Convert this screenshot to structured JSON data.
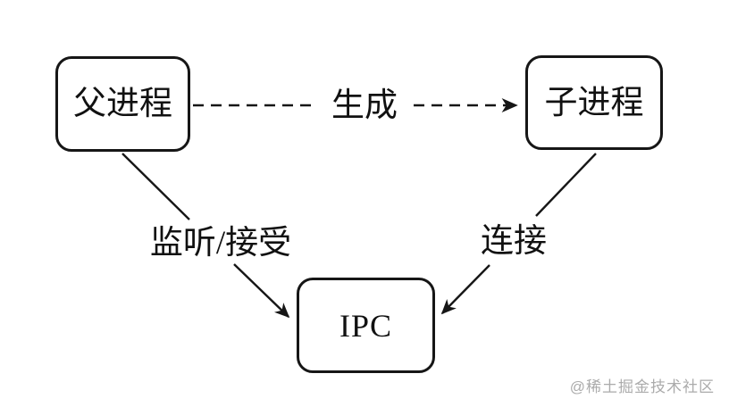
{
  "diagram": {
    "nodes": {
      "parent_process": {
        "label": "父进程"
      },
      "child_process": {
        "label": "子进程"
      },
      "ipc": {
        "label": "IPC"
      }
    },
    "edges": {
      "spawn": {
        "label": "生成",
        "style": "dashed",
        "from": "parent_process",
        "to": "child_process"
      },
      "listen_accept": {
        "label": "监听/接受",
        "style": "solid",
        "from": "parent_process",
        "to": "ipc"
      },
      "connect": {
        "label": "连接",
        "style": "solid",
        "from": "child_process",
        "to": "ipc"
      }
    }
  },
  "watermark": {
    "text": "@稀土掘金技术社区"
  },
  "colors": {
    "line": "#161616",
    "text": "#111111",
    "node_background": "#ffffff",
    "watermark": "#ababab",
    "background": "#ffffff"
  }
}
